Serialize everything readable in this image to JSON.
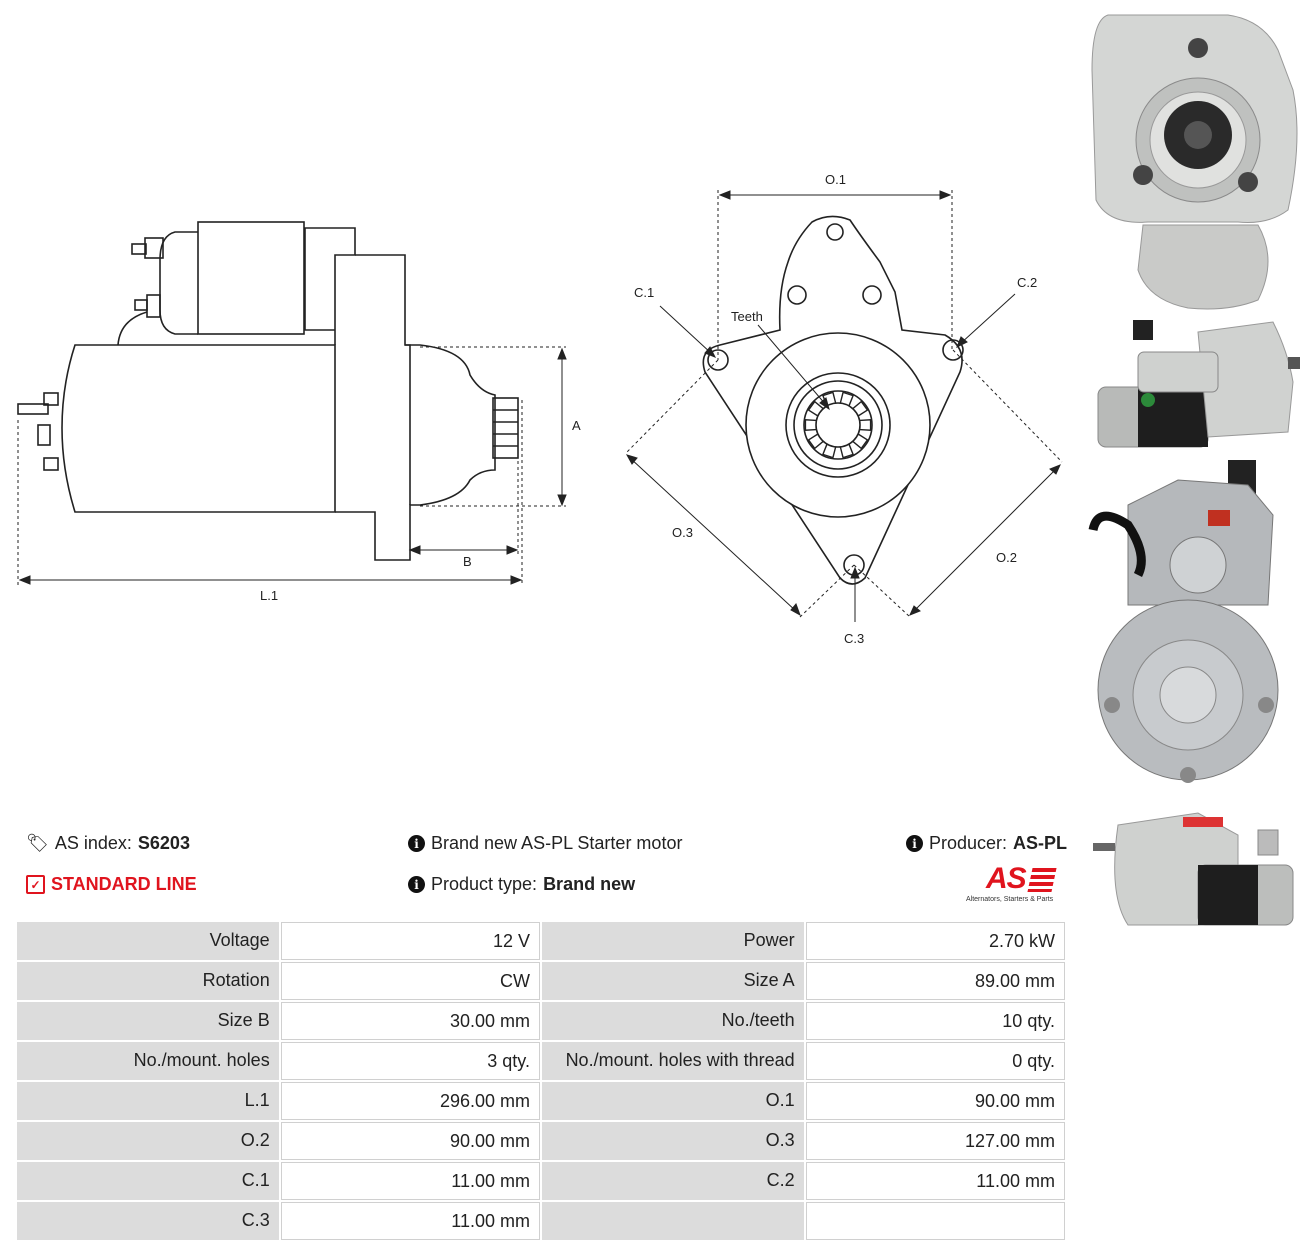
{
  "diagram": {
    "side": {
      "A": "A",
      "B": "B",
      "L1": "L.1"
    },
    "front": {
      "O1": "O.1",
      "O2": "O.2",
      "O3": "O.3",
      "C1": "C.1",
      "C2": "C.2",
      "C3": "C.3",
      "teeth": "Teeth"
    }
  },
  "info": {
    "as_index_label": "AS index:",
    "as_index_value": "S6203",
    "line_label": "STANDARD LINE",
    "description": "Brand new AS-PL Starter motor",
    "product_type_label": "Product type:",
    "product_type_value": "Brand new",
    "producer_label": "Producer:",
    "producer_value": "AS-PL",
    "logo_text": "AS",
    "logo_tagline": "Alternators, Starters & Parts"
  },
  "specs": [
    {
      "l1": "Voltage",
      "v1": "12 V",
      "l2": "Power",
      "v2": "2.70 kW"
    },
    {
      "l1": "Rotation",
      "v1": "CW",
      "l2": "Size A",
      "v2": "89.00 mm"
    },
    {
      "l1": "Size B",
      "v1": "30.00 mm",
      "l2": "No./teeth",
      "v2": "10 qty."
    },
    {
      "l1": "No./mount. holes",
      "v1": "3 qty.",
      "l2": "No./mount. holes with thread",
      "v2": "0 qty."
    },
    {
      "l1": "L.1",
      "v1": "296.00 mm",
      "l2": "O.1",
      "v2": "90.00 mm"
    },
    {
      "l1": "O.2",
      "v1": "90.00 mm",
      "l2": "O.3",
      "v2": "127.00 mm"
    },
    {
      "l1": "C.1",
      "v1": "11.00 mm",
      "l2": "C.2",
      "v2": "11.00 mm"
    },
    {
      "l1": "C.3",
      "v1": "11.00 mm",
      "l2": "",
      "v2": ""
    }
  ],
  "colors": {
    "accent": "#e0141e",
    "label_bg": "#dcdcdc"
  }
}
